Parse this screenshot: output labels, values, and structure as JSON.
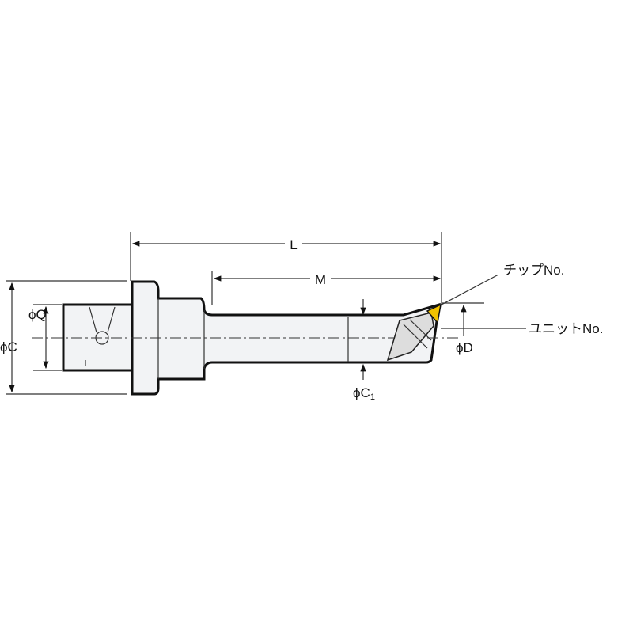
{
  "labels": {
    "L": "L",
    "M": "M",
    "phiC": "ϕC",
    "phiQ": "ϕQ",
    "phiD": "ϕD",
    "phiC1": "ϕC",
    "phiC1_sub": "1",
    "chip_no": "チップNo.",
    "unit_no": "ユニットNo."
  },
  "colors": {
    "insert": "#f2c200",
    "outline": "#111111"
  }
}
